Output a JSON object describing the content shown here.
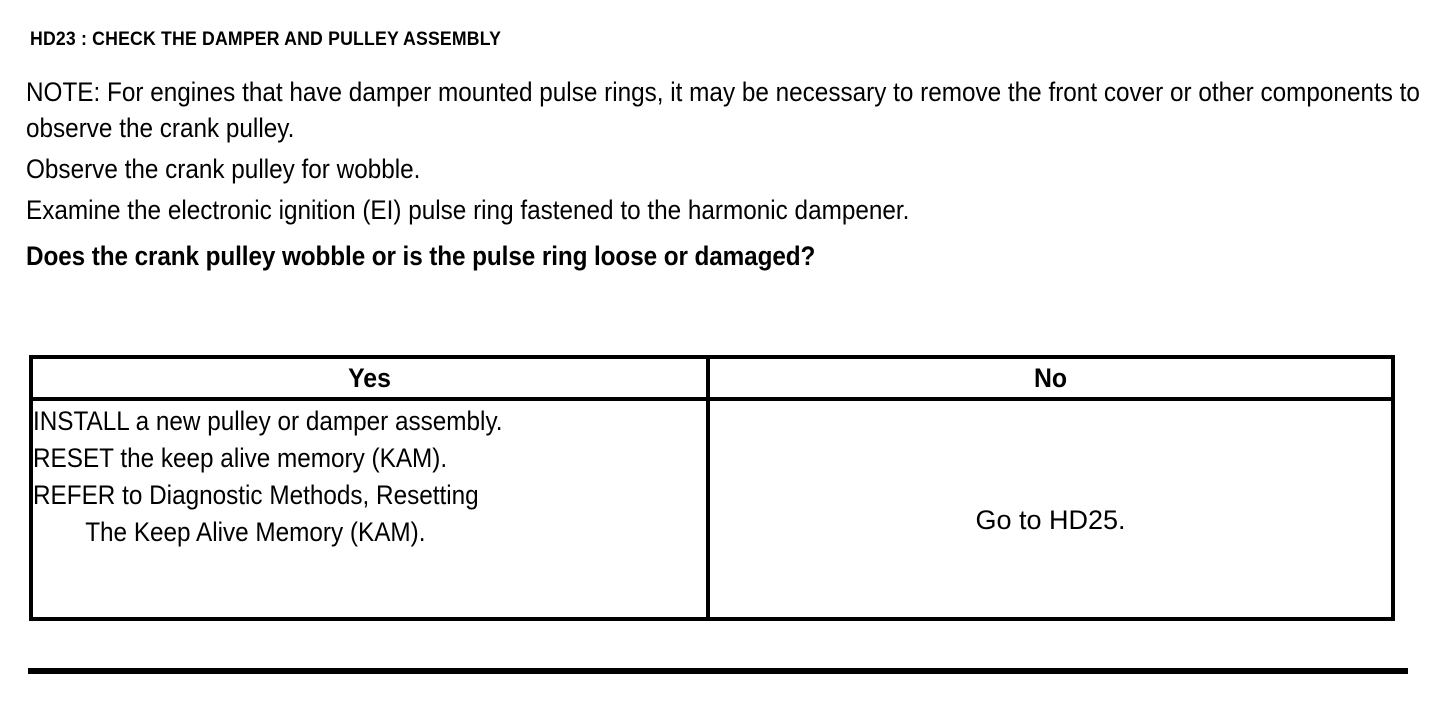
{
  "document": {
    "step_title": "HD23 : CHECK THE DAMPER AND PULLEY ASSEMBLY",
    "paragraphs": [
      "NOTE: For engines that have damper mounted pulse rings, it may be necessary to remove the front cover or other components to observe the crank pulley.",
      "Observe the crank pulley for wobble.",
      "Examine the electronic ignition (EI) pulse ring fastened to the harmonic dampener."
    ],
    "question": "Does the crank pulley wobble or is the pulse ring loose or damaged?"
  },
  "decision_table": {
    "headers": {
      "yes": "Yes",
      "no": "No"
    },
    "yes_actions": [
      "INSTALL a new pulley or damper assembly.",
      "RESET the keep alive memory (KAM).",
      "REFER to Diagnostic Methods, Resetting",
      "The Keep Alive Memory (KAM)."
    ],
    "no_action": "Go to HD25."
  },
  "colors": {
    "ink": "#000000",
    "paper": "#ffffff"
  }
}
